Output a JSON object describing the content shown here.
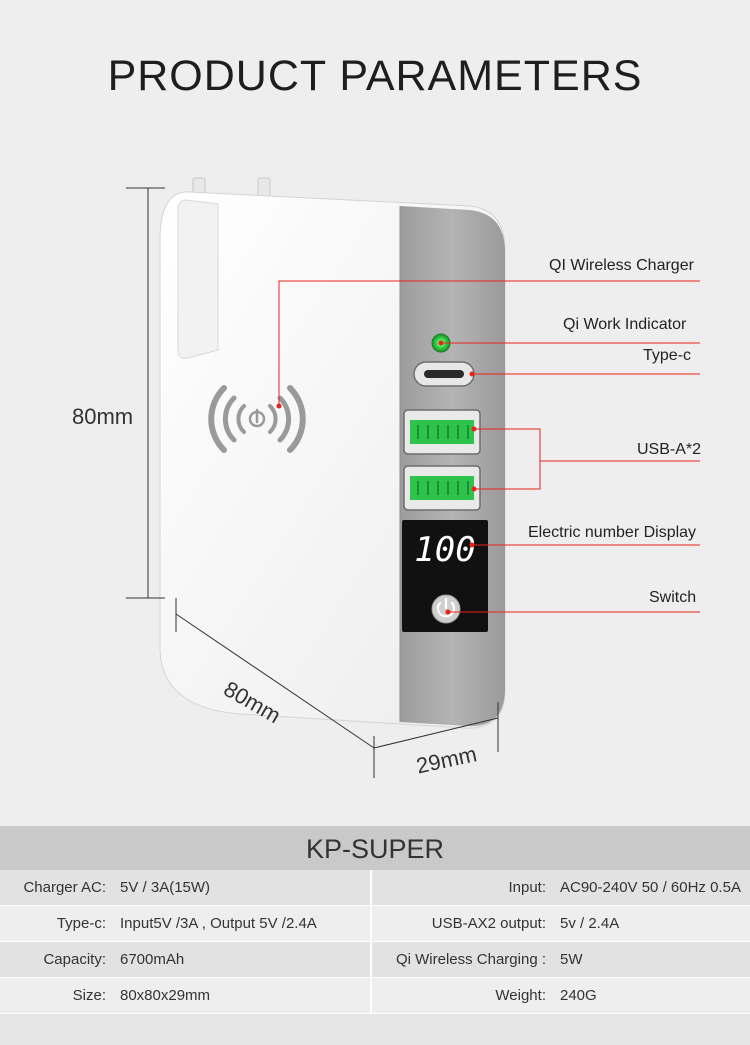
{
  "title": "PRODUCT PARAMETERS",
  "dimensions": {
    "height": "80mm",
    "width": "80mm",
    "depth": "29mm"
  },
  "device": {
    "display_value": "100"
  },
  "callouts": [
    {
      "id": "qi-wireless",
      "label": "QI Wireless Charger"
    },
    {
      "id": "qi-indicator",
      "label": "Qi Work Indicator"
    },
    {
      "id": "type-c",
      "label": "Type-c"
    },
    {
      "id": "usb-a",
      "label": "USB-A*2"
    },
    {
      "id": "display",
      "label": "Electric number Display"
    },
    {
      "id": "switch",
      "label": "Switch"
    }
  ],
  "specs": {
    "model": "KP-SUPER",
    "rows": [
      {
        "left_label": "Charger AC:",
        "left_value": "5V / 3A(15W)",
        "right_label": "Input:",
        "right_value": "AC90-240V 50 / 60Hz 0.5A"
      },
      {
        "left_label": "Type-c:",
        "left_value": "Input5V /3A , Output 5V /2.4A",
        "right_label": "USB-AX2 output:",
        "right_value": "5v / 2.4A"
      },
      {
        "left_label": "Capacity:",
        "left_value": "6700mAh",
        "right_label": "Qi Wireless Charging :",
        "right_value": "5W"
      },
      {
        "left_label": "Size:",
        "left_value": "80x80x29mm",
        "right_label": "Weight:",
        "right_value": "240G"
      }
    ]
  },
  "colors": {
    "background": "#eeeeee",
    "body_white": "#fafafa",
    "side_gray": "#a3a3a3",
    "display_black": "#111111",
    "usb_green": "#2ec34a",
    "indicator_green": "#39e04a",
    "callout_red": "#e8251c",
    "spec_header": "#c9c9c9"
  },
  "icons": {
    "wireless": "wireless-charging-icon",
    "power": "power-icon"
  }
}
